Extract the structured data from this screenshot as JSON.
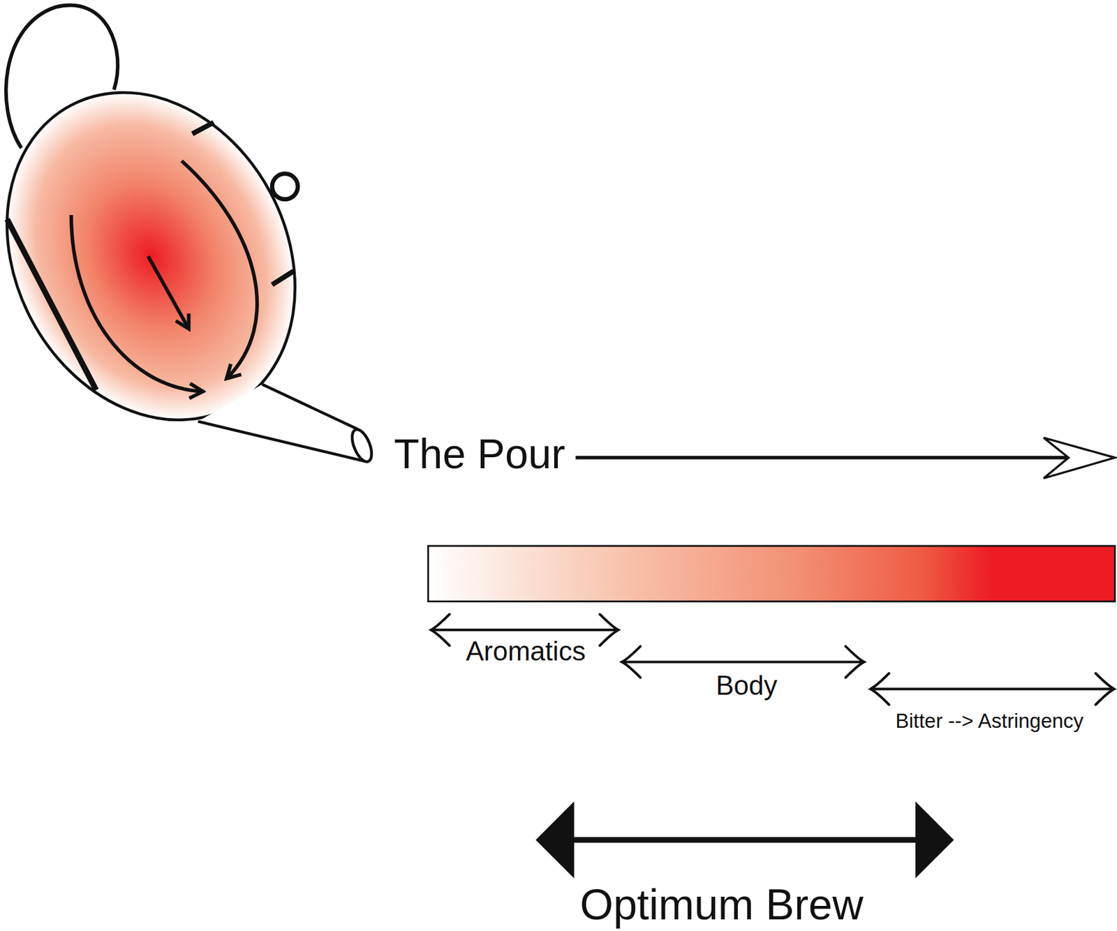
{
  "diagram": {
    "labels": [
      "The Pour",
      "Aromatics",
      "Body",
      "Bitter --> Astringency",
      "Optimum Brew"
    ]
  }
}
